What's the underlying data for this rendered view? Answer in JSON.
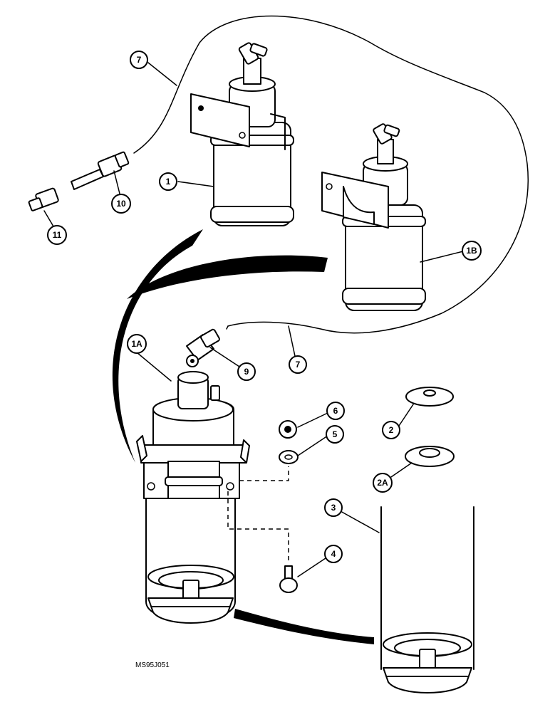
{
  "callouts": {
    "c1": "1",
    "c1a": "1A",
    "c1b": "1B",
    "c2": "2",
    "c2a": "2A",
    "c3": "3",
    "c4": "4",
    "c5": "5",
    "c6": "6",
    "c7_top": "7",
    "c7_mid": "7",
    "c9": "9",
    "c10": "10",
    "c11": "11"
  },
  "figure_code": "MS95J051"
}
